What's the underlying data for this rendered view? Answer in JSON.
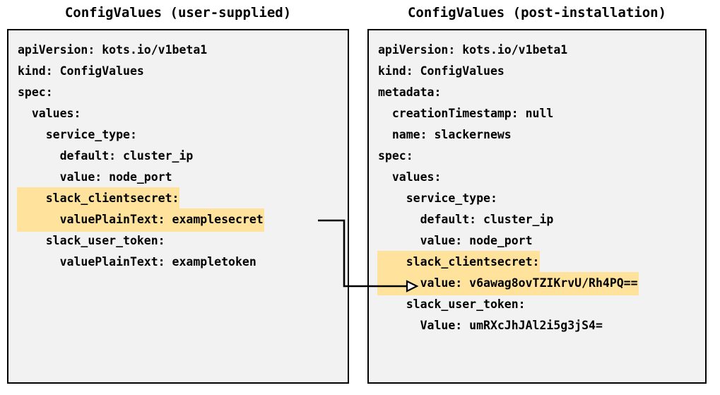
{
  "panels": {
    "left": {
      "title": "ConfigValues (user-supplied)",
      "lines": [
        {
          "text": "apiVersion: kots.io/v1beta1",
          "highlight": false
        },
        {
          "text": "kind: ConfigValues",
          "highlight": false
        },
        {
          "text": "spec:",
          "highlight": false
        },
        {
          "text": "  values:",
          "highlight": false
        },
        {
          "text": "    service_type:",
          "highlight": false
        },
        {
          "text": "      default: cluster_ip",
          "highlight": false
        },
        {
          "text": "      value: node_port",
          "highlight": false
        },
        {
          "text": "    slack_clientsecret:",
          "highlight": true
        },
        {
          "text": "      valuePlainText: examplesecret",
          "highlight": true
        },
        {
          "text": "    slack_user_token:",
          "highlight": false
        },
        {
          "text": "      valuePlainText: exampletoken",
          "highlight": false
        }
      ]
    },
    "right": {
      "title": "ConfigValues (post-installation)",
      "lines": [
        {
          "text": "apiVersion: kots.io/v1beta1",
          "highlight": false
        },
        {
          "text": "kind: ConfigValues",
          "highlight": false
        },
        {
          "text": "metadata:",
          "highlight": false
        },
        {
          "text": "  creationTimestamp: null",
          "highlight": false
        },
        {
          "text": "  name: slackernews",
          "highlight": false
        },
        {
          "text": "spec:",
          "highlight": false
        },
        {
          "text": "  values:",
          "highlight": false
        },
        {
          "text": "    service_type:",
          "highlight": false
        },
        {
          "text": "      default: cluster_ip",
          "highlight": false
        },
        {
          "text": "      value: node_port",
          "highlight": false
        },
        {
          "text": "    slack_clientsecret:",
          "highlight": true
        },
        {
          "text": "      value: v6awag8ovTZIKrvU/Rh4PQ==",
          "highlight": true
        },
        {
          "text": "    slack_user_token:",
          "highlight": false
        },
        {
          "text": "      Value: umRXcJhJAl2i5g3jS4=",
          "highlight": false
        }
      ]
    }
  },
  "connector": {
    "label": "plaintext-to-encrypted-arrow",
    "from": "examplesecret",
    "to": "v6awag8ovTZIKrvU/Rh4PQ=="
  },
  "colors": {
    "highlight": "#ffe29b",
    "panel_background": "#f2f2f2",
    "border": "#000000",
    "text": "#000000",
    "page_background": "#ffffff"
  }
}
